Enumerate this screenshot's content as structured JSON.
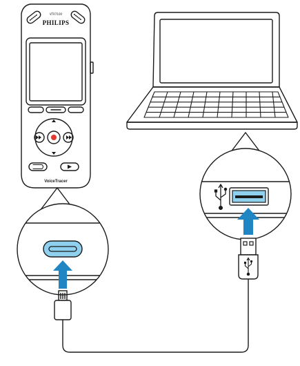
{
  "recorder": {
    "model_label": "VTR7100",
    "brand": "PHILIPS",
    "product_logo": "VoiceTracer",
    "buttons": {
      "record": "record-icon",
      "rewind": "rewind-icon",
      "forward": "fast-forward-icon",
      "up": "up-arrow-icon",
      "down": "down-arrow-icon",
      "play": "play-icon",
      "menu": "menu-icon"
    },
    "port": "usb-c-port-icon"
  },
  "laptop": {
    "port": "usb-a-port-icon",
    "port_symbol": "usb-symbol-icon"
  },
  "cable": {
    "connector_recorder": "usb-c-plug-icon",
    "connector_laptop": "usb-a-plug-icon",
    "usb_symbol": "usb-symbol-icon"
  },
  "colors": {
    "outline": "#1a1a1a",
    "port_fill": "#8fd0ef",
    "arrow_blue": "#1f86c3",
    "record_red": "#e23a2e",
    "screen_fill": "#ffffff"
  }
}
